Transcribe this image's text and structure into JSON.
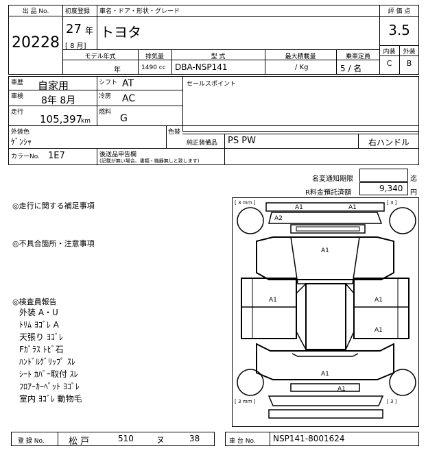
{
  "header": {
    "lot_label": "出 品 No.",
    "lot_no": "20228",
    "first_reg_label": "初度登録",
    "car_label": "車名・ドア・形状・グレード",
    "year": "27",
    "year_unit": "年",
    "month": "[ 8 月]",
    "maker": "トヨタ",
    "score_label": "評 価 点",
    "score": "3.5",
    "interior_label": "内装",
    "exterior_label": "外装",
    "interior_score": "C",
    "exterior_score": "B"
  },
  "specs": {
    "model_year_label": "モデル年式",
    "model_year_unit": "年",
    "displacement_label": "排気量",
    "displacement": "1490 cc",
    "type_label": "型   式",
    "type": "DBA-NSP141",
    "load_label": "最大積載量",
    "load_value": "/   Kg",
    "capacity_label": "乗車定員",
    "capacity": "5 /   名"
  },
  "details": {
    "history_label": "車歴",
    "history": "自家用",
    "shift_label": "シフト",
    "shift": "AT",
    "sales_point_label": "セールスポイント",
    "inspection_label": "車検",
    "inspection": "8年 8月",
    "ac_label": "冷房",
    "ac": "AC",
    "mileage_label": "走行",
    "mileage": "105,397",
    "mileage_unit": "km",
    "fuel_label": "燃料",
    "fuel": "G",
    "color_label": "外装色",
    "color": "ｹﾞﾝｼｬ",
    "color_change_label": "色替",
    "equipment_label": "純正装備品",
    "equipment": "PS PW",
    "handle": "右ハンドル",
    "color_no_label": "カラーNo.",
    "color_no": "1E7",
    "after_docs_label": "後送品申告欄",
    "after_docs_note": "(記載が無い場合、書類・機器無しと致します)"
  },
  "notices": {
    "name_change_label": "名変通知期限",
    "name_change_unit": "迄",
    "recycle_label": "R料金預託済額",
    "recycle_value": "9,340",
    "recycle_unit": "円"
  },
  "sections": {
    "driving_notes": "◎走行に関する補足事項",
    "defects": "◎不具合箇所・注意事項",
    "inspector_report": "◎検査員報告"
  },
  "report_lines": [
    "外装 A・U",
    "ﾄﾘﾑ ﾖｺﾞﾚ A",
    "天張り ﾖｺﾞﾚ",
    "Fｶﾞﾗｽ ﾄﾋﾞ石",
    "ﾊﾝﾄﾞﾙｸﾞﾘｯﾌﾟ ｽﾚ",
    "ｼｰﾄ ｶﾊﾞｰ取付 ｽﾚ",
    "ﾌﾛｱｰｶｰﾍﾟｯﾄ ﾖｺﾞﾚ",
    "室内 ﾖｺﾞﾚ 動物毛"
  ],
  "diagram": {
    "tire_tl": "[ 3 ｍｍ ]",
    "tire_tr": "[ 3 ]",
    "tire_bl": "[ 3 ｍｍ ]",
    "tire_br": "[ 3 ]",
    "marks": {
      "front_bumper_l": "A1",
      "front_bumper_r": "A1",
      "grille": "A2",
      "hood": "A1",
      "fender_l": "A1",
      "door_r1": "A1",
      "door_r2": "A1",
      "rear_gate": "A1",
      "rear_bumper": "A1"
    }
  },
  "footer": {
    "reg_label": "登 録 No.",
    "reg_area": "松 戸",
    "reg_class": "510",
    "reg_kana": "ヌ",
    "reg_number": "38",
    "chassis_label": "車 台 No.",
    "chassis": "NSP141-8001624"
  }
}
